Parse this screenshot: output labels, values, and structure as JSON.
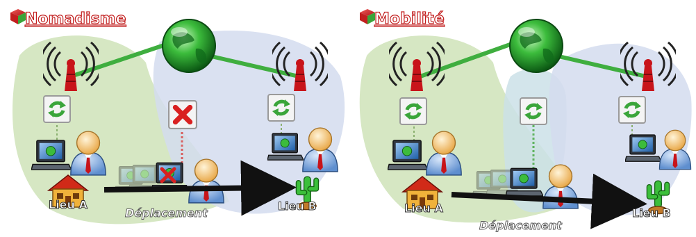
{
  "panels": [
    {
      "title": "Nomadisme",
      "place_a": "Lieu A",
      "place_b": "Lieu B",
      "movement": "Déplacement",
      "middle_status": "broken"
    },
    {
      "title": "Mobilité",
      "place_a": "Lieu A",
      "place_b": "Lieu B",
      "movement": "Déplacement",
      "middle_status": "connected"
    }
  ],
  "colors": {
    "zone_green": "#cfe3b8",
    "zone_blue": "#d4dcef",
    "link_green": "#3fae3f",
    "antenna_red": "#c8141a",
    "arrow": "#111111",
    "error_red": "#d92020"
  }
}
